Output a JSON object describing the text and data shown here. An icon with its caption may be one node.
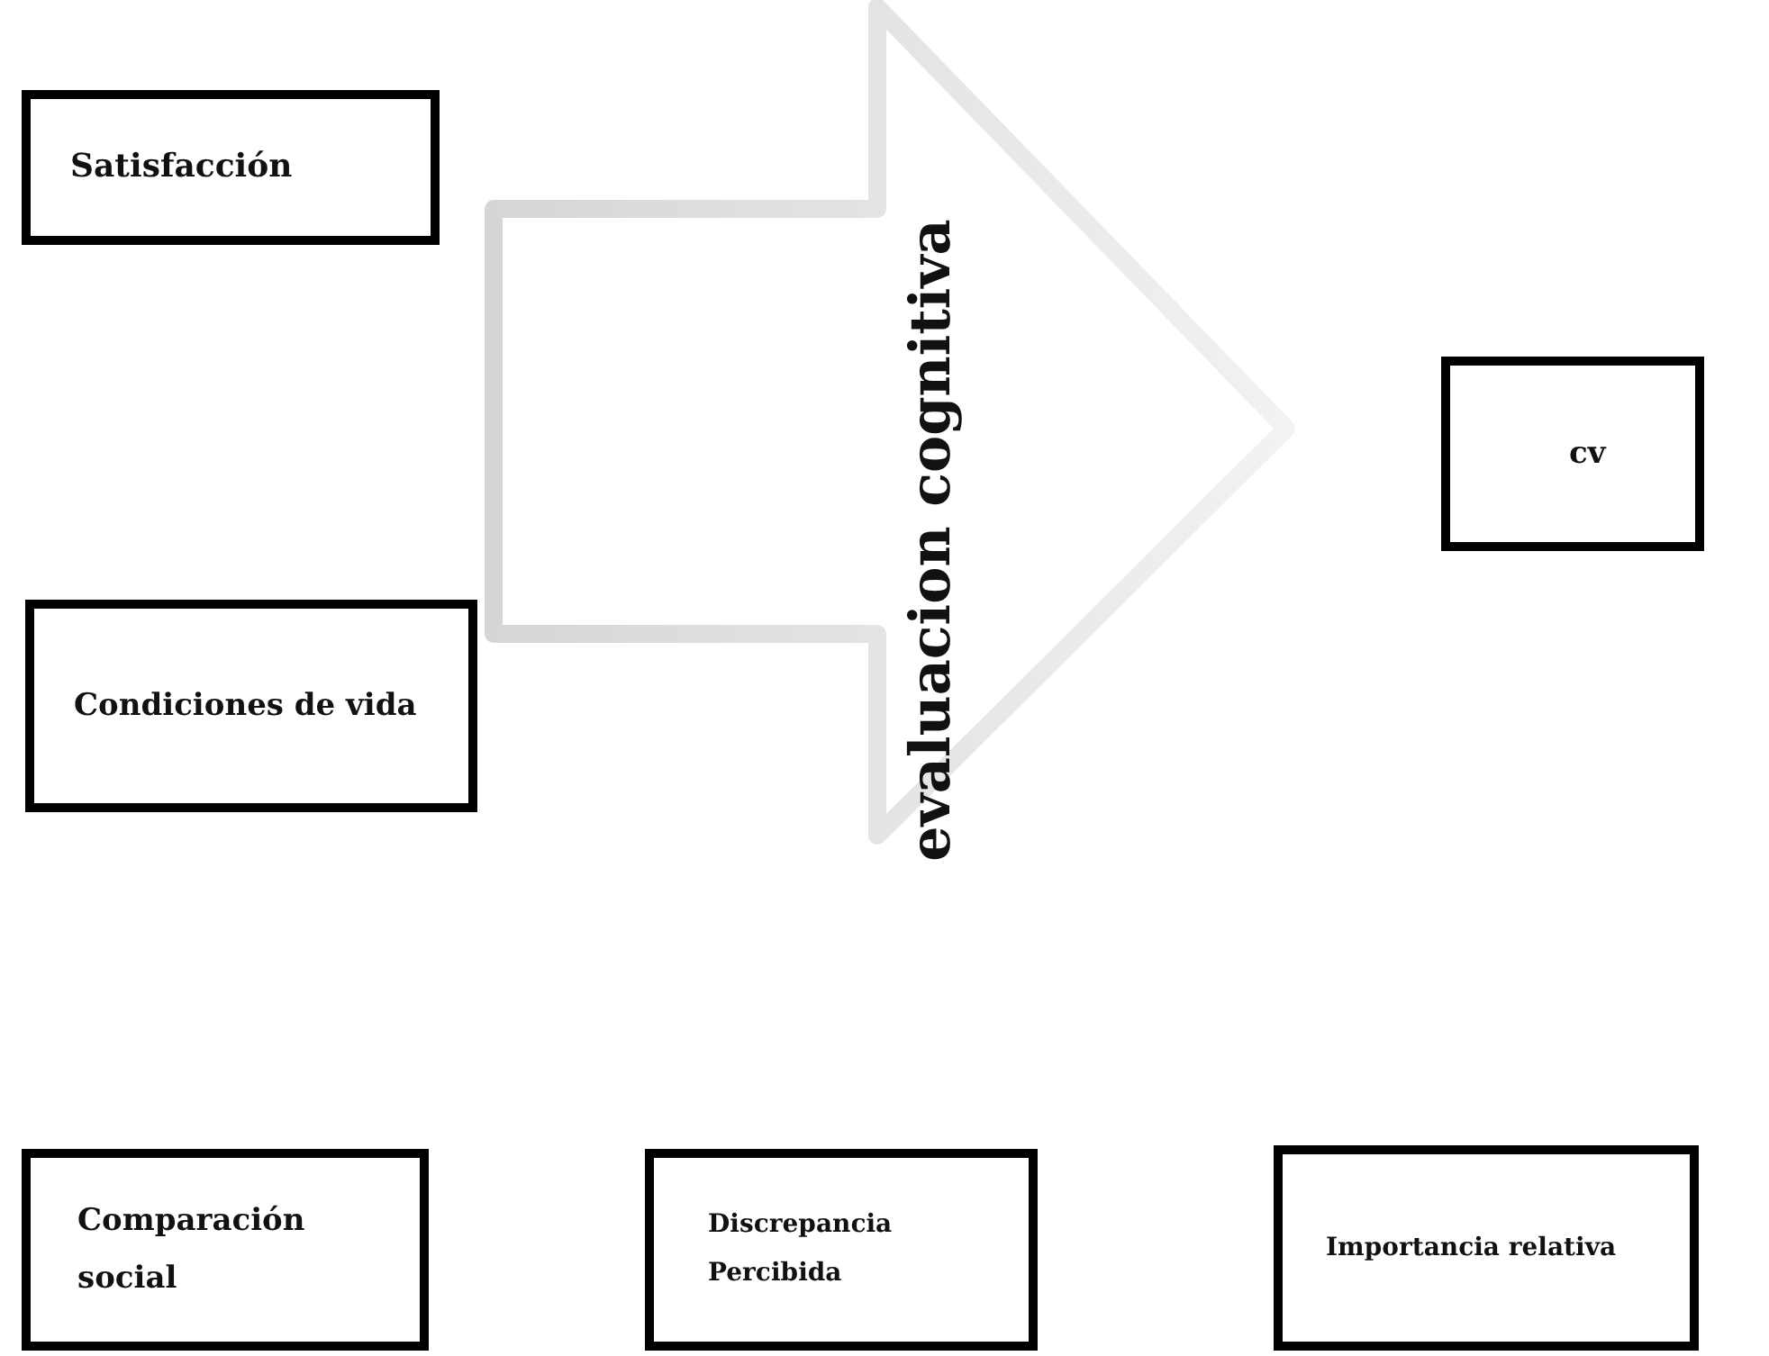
{
  "diagram": {
    "nodes": [
      {
        "text": [
          "Satisfacción"
        ]
      },
      {
        "text": [
          "Condiciones de vida"
        ]
      },
      {
        "text": [
          "evaluacion cognitiva"
        ]
      },
      {
        "text": [
          "cv"
        ]
      },
      {
        "text": [
          "Comparación social"
        ]
      },
      {
        "text": [
          "Discrepancia Percibida"
        ]
      },
      {
        "text": [
          "Importancia relativa"
        ]
      }
    ]
  }
}
